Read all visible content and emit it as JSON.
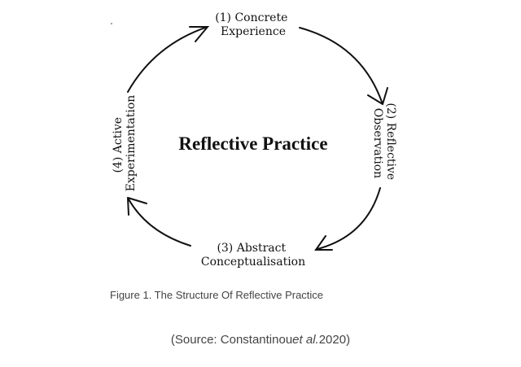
{
  "diagram": {
    "title": "Reflective Practice",
    "stages": [
      {
        "line1": "(1) Concrete",
        "line2": "Experience"
      },
      {
        "line1": "(2) Reflective",
        "line2": "Observation"
      },
      {
        "line1": "(3) Abstract",
        "line2": "Conceptualisation"
      },
      {
        "line1": "(4) Active",
        "line2": "Experimentation"
      }
    ]
  },
  "caption": "Figure 1. The Structure Of Reflective Practice",
  "source": {
    "prefix": "(Source: Constantinou",
    "italic": "et al.",
    "suffix": "2020)"
  }
}
